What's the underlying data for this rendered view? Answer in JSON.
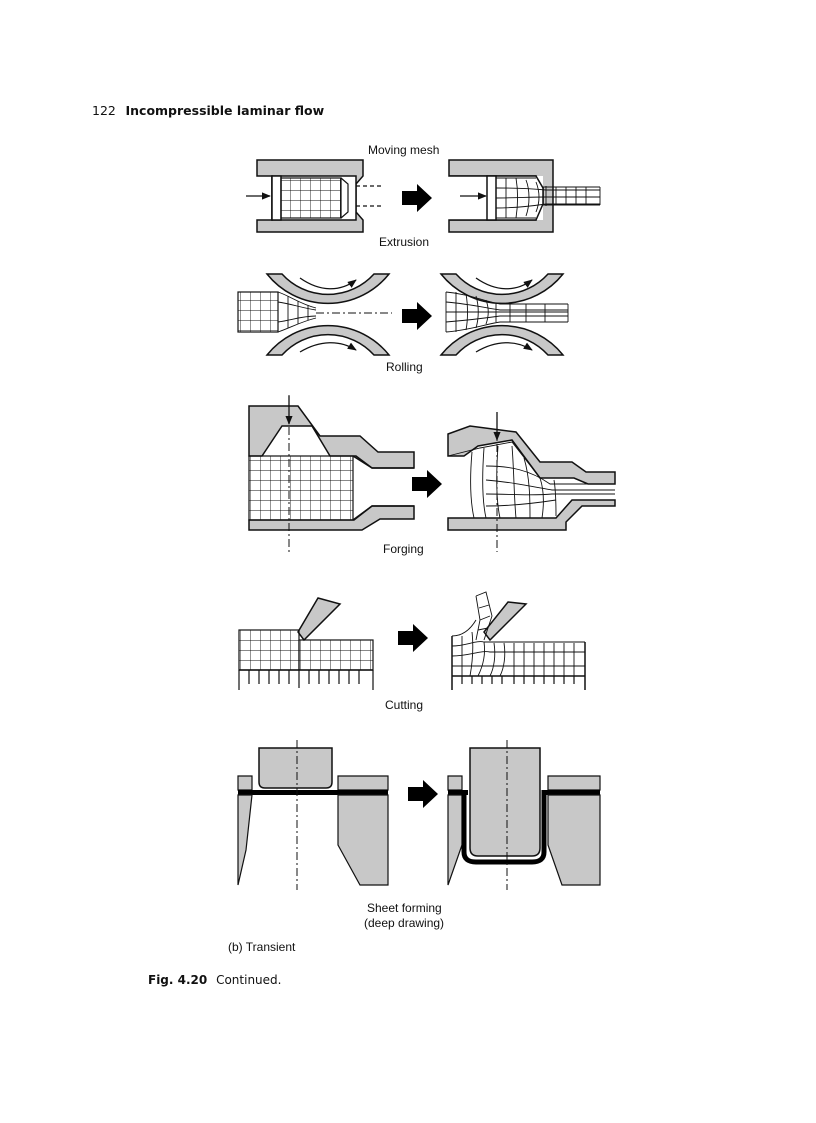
{
  "running_head": {
    "page_number": "122",
    "title": "Incompressible laminar flow"
  },
  "figure": {
    "top_label": "Moving mesh",
    "panels": [
      {
        "label": "Extrusion"
      },
      {
        "label": "Rolling"
      },
      {
        "label": "Forging"
      },
      {
        "label": "Cutting"
      },
      {
        "label_line1": "Sheet forming",
        "label_line2": "(deep drawing)"
      }
    ],
    "group_label": "(b) Transient"
  },
  "caption": {
    "number": "Fig. 4.20",
    "text": "Continued."
  }
}
